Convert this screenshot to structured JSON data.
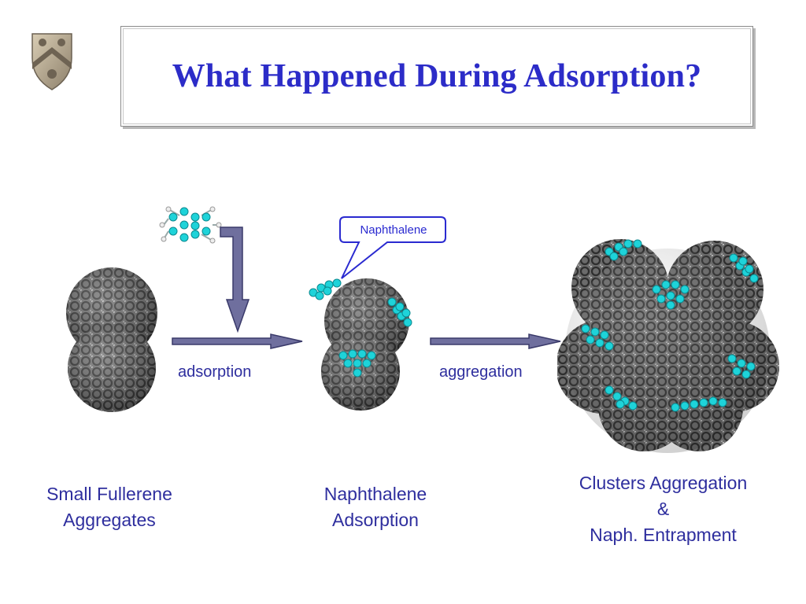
{
  "title": "What Happened During Adsorption?",
  "arrows": {
    "adsorption_label": "adsorption",
    "aggregation_label": "aggregation"
  },
  "callout": {
    "text": "Naphthalene"
  },
  "captions": {
    "left": [
      "Small Fullerene",
      "Aggregates"
    ],
    "middle": [
      "Naphthalene",
      "Adsorption"
    ],
    "right": [
      "Clusters Aggregation",
      "&",
      "Naph. Entrapment"
    ]
  },
  "icons": {
    "logo": "crest-shield-icon",
    "molecule": "naphthalene-molecule-icon"
  },
  "colors": {
    "title": "#2c2cc8",
    "label": "#2e2e9e",
    "arrow_fill": "#6f6f9e",
    "carbon": "#5a5a5a",
    "naphthalene": "#1ed3d9"
  }
}
